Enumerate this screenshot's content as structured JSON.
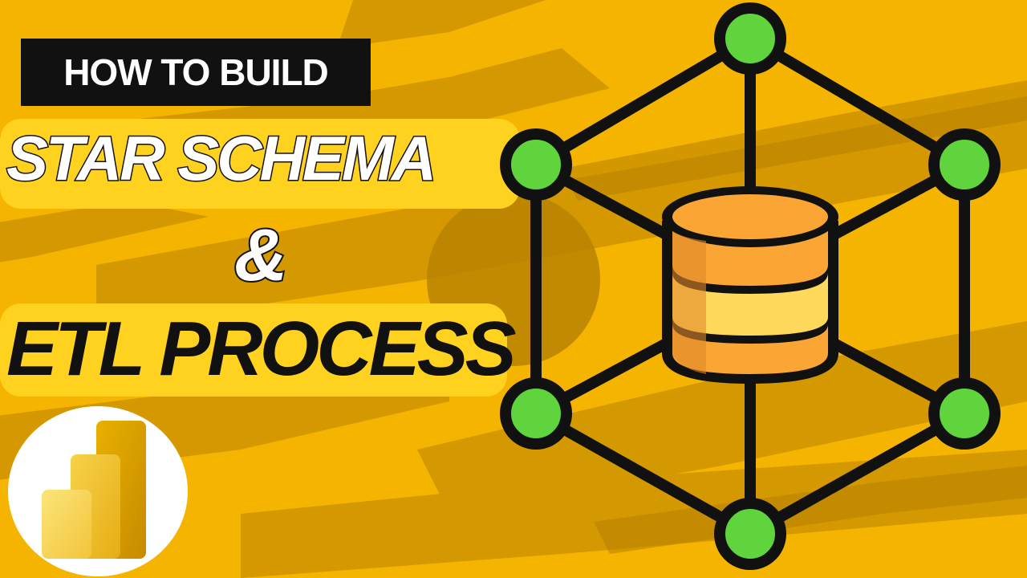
{
  "header": {
    "tagline": "HOW TO BUILD",
    "title_line1": "STAR SCHEMA",
    "ampersand": "&",
    "title_line2": "ETL PROCESS"
  },
  "colors": {
    "background": "#f5b400",
    "highlight_band": "#ffd21f",
    "node_fill": "#5fd43c",
    "outline": "#111111",
    "db_orange": "#fba534",
    "db_yellow": "#ffd95c"
  },
  "icons": {
    "diagram": "database-network-icon",
    "logo": "power-bi-logo-icon"
  }
}
